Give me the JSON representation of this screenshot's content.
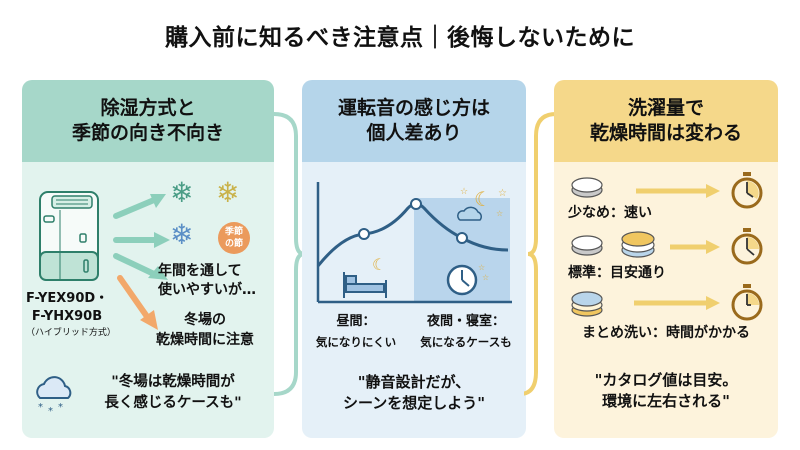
{
  "page": {
    "title": "購入前に知るべき注意点｜後悔しないために"
  },
  "panels": [
    {
      "id": "dehumidify",
      "title_line1": "除湿方式と",
      "title_line2": "季節の向き不向き",
      "product_line1": "F-YEX90D・",
      "product_line2": "F-YHX90B",
      "product_note": "（ハイブリッド方式）",
      "season_badge_line1": "季節",
      "season_badge_line2": "の節",
      "point1_line1": "年間を通して",
      "point1_line2": "使いやすいが…",
      "point2_line1": "冬場の",
      "point2_line2": "乾燥時間に注意",
      "quote_line1": "\"冬場は乾燥時間が",
      "quote_line2": "長く感じるケースも\"",
      "colors": {
        "header": "#a6d7c9",
        "body": "#e2f3ee",
        "arrow": "#8ccfbb",
        "warn_arrow": "#f2a86a"
      }
    },
    {
      "id": "noise",
      "title_line1": "運転音の感じ方は",
      "title_line2": "個人差あり",
      "day_label": "昼間：",
      "day_desc": "気になりにくい",
      "night_label": "夜間・寝室：",
      "night_desc": "気になるケースも",
      "quote_line1": "\"静音設計だが、",
      "quote_line2": "シーンを想定しよう\"",
      "colors": {
        "header": "#b5d5ea",
        "body": "#e5f0f8",
        "line": "#2f5f86"
      }
    },
    {
      "id": "laundry",
      "title_line1": "洗濯量で",
      "title_line2": "乾燥時間は変わる",
      "rows": [
        {
          "label": "少なめ：速い"
        },
        {
          "label": "標準：目安通り"
        },
        {
          "label": "まとめ洗い：時間がかかる"
        }
      ],
      "quote_line1": "\"カタログ値は目安。",
      "quote_line2": "環境に左右される\"",
      "colors": {
        "header": "#f5d88a",
        "body": "#fdf3dc",
        "arrow": "#f0cf6e",
        "timer": "#9a6a1c"
      }
    }
  ]
}
